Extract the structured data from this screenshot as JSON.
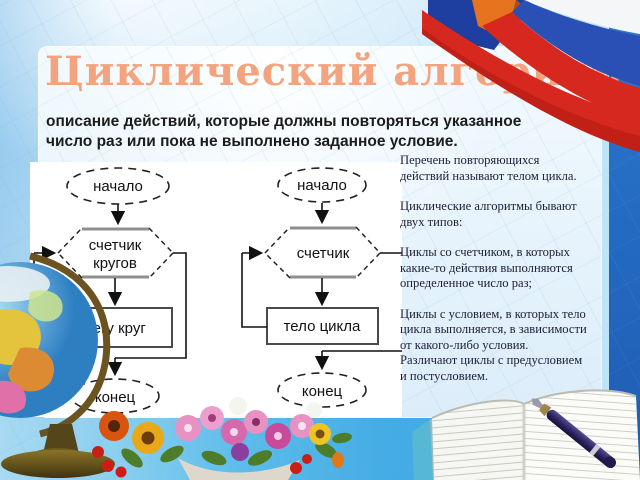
{
  "slide_title": "Циклический алгоритм",
  "subtitle": "описание действий, которые должны повторяться указанное\nчисло раз или пока не выполнено заданное условие.",
  "fc_left": {
    "start": "начало",
    "cond_line1": "счетчик",
    "cond_line2": "кругов",
    "body": "бегу круг",
    "end": "конец"
  },
  "fc_right": {
    "start": "начало",
    "cond": "счетчик",
    "body": "тело цикла",
    "end": "конец"
  },
  "sidebar": {
    "p1": "Перечень повторяющихся\nдействий называют телом цикла.",
    "p2": "Циклические алгоритмы бывают\nдвух типов:",
    "p3": "Циклы со счетчиком, в которых\nкакие-то действия выполняются\nопределенное число раз;",
    "p4": "Циклы с условием, в которых тело\nцикла выполняется, в зависимости\nот какого-либо условия.\nРазличают циклы с предусловием\nи постусловием."
  },
  "decorations": {
    "flag": "russian-tricolor-ribbon",
    "globe": "classroom-globe-on-stand",
    "flowers": "flower-bouquet",
    "notebook": "open-notebook-with-pen"
  },
  "colors": {
    "title_text": "#f3a47f",
    "subtitle_text": "#1c1c1c",
    "sidebar_text": "#20203a",
    "panel_bg": "#e4f2fb",
    "sky_bg": "#b9def5",
    "bottom_band": "#45ace4",
    "accent_bar": "#2368c0",
    "flag_white": "#f4f6f8",
    "flag_blue": "#2b50b5",
    "flag_red": "#d6281e",
    "flowchart_stroke": "#222222"
  }
}
